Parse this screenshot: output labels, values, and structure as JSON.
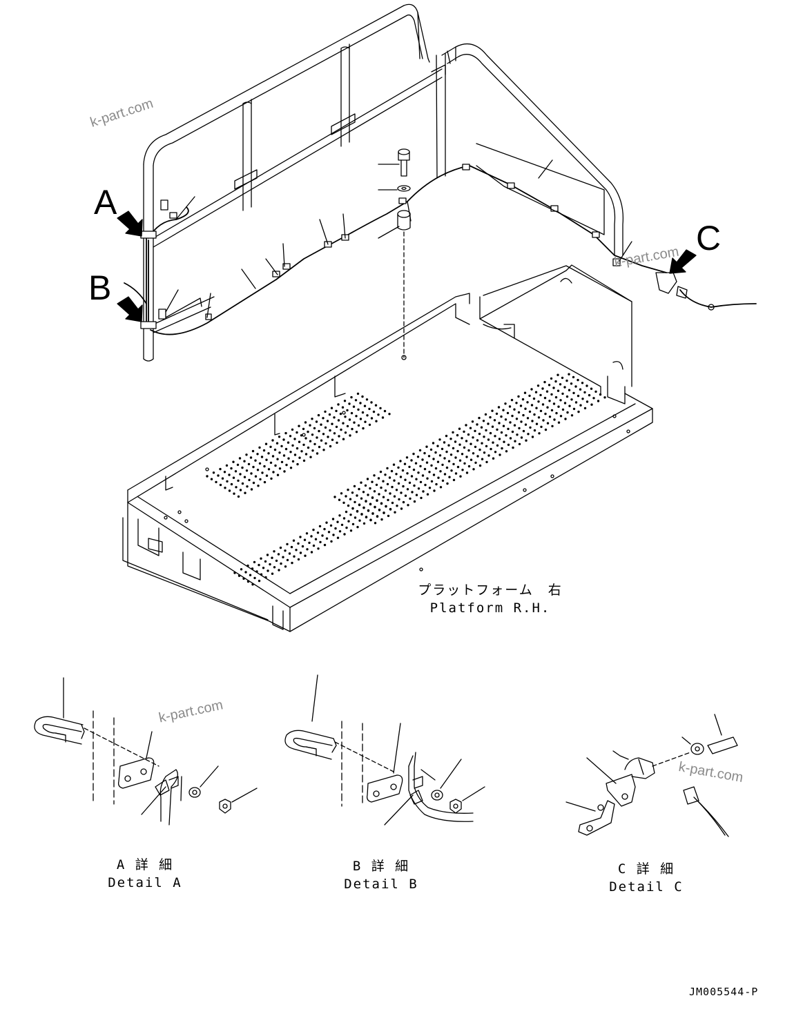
{
  "callouts": {
    "a": "A",
    "b": "B",
    "c": "C"
  },
  "platform_label": {
    "jp": "プラットフォーム　右",
    "en": "Platform R.H."
  },
  "details": [
    {
      "jp": "A 詳 細",
      "en": "Detail A"
    },
    {
      "jp": "B 詳 細",
      "en": "Detail B"
    },
    {
      "jp": "C 詳 細",
      "en": "Detail C"
    }
  ],
  "watermark": "k-part.com",
  "drawing_code": "JM005544-P",
  "colors": {
    "line": "#000000",
    "background": "#ffffff",
    "watermark": "#8a8a8a"
  }
}
